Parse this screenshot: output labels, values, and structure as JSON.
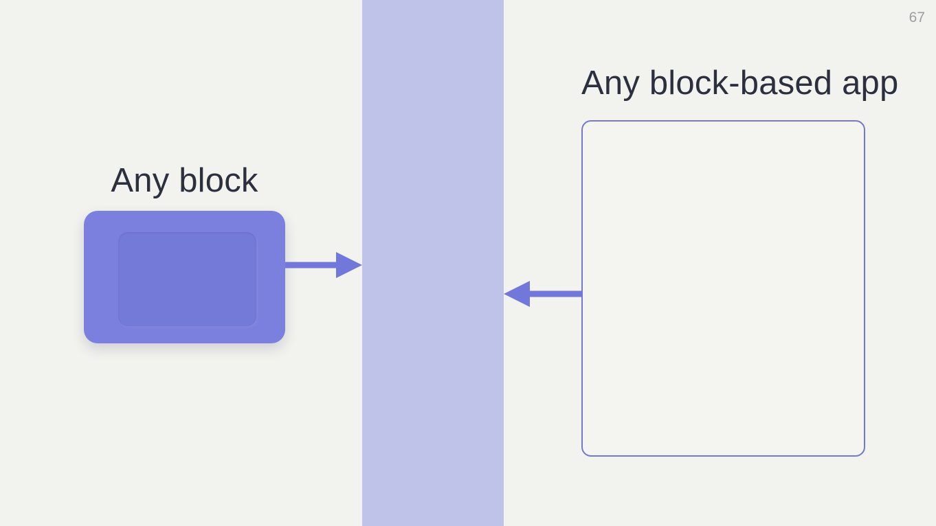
{
  "slide": {
    "page_number": "67"
  },
  "colors": {
    "background": "#f2f3ee",
    "band": "#bfc2e9",
    "block-fill": "#7b80de",
    "block-inner": "#747ad8",
    "arrow": "#7277da",
    "outline": "#7477cf",
    "outline-fill": "#f4f5f0",
    "title-text": "#2c2f3e",
    "page-number": "#9e9e9e"
  },
  "left_panel": {
    "title": "Any block"
  },
  "right_panel": {
    "title": "Any block-based app"
  },
  "icons": {
    "arrow_right": "arrow-right-icon",
    "arrow_left": "arrow-left-icon"
  }
}
